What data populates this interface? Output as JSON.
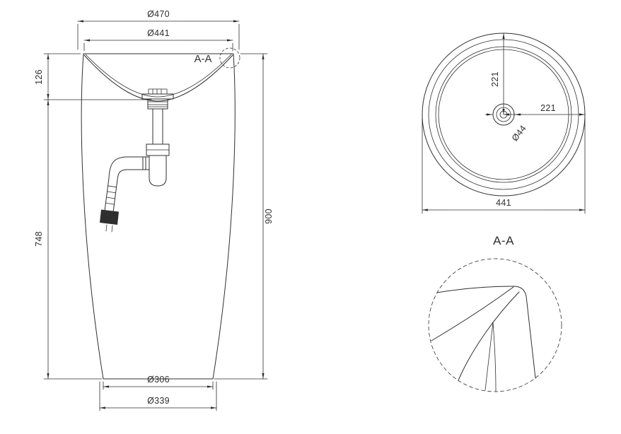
{
  "colors": {
    "line": "#2f2f2f",
    "background": "#ffffff"
  },
  "front_view": {
    "dim_outer_top": "Ø470",
    "dim_inner_top": "Ø441",
    "section_callout": "A-A",
    "dim_rim_depth": "126",
    "dim_body_height": "748",
    "dim_total_height": "900",
    "dim_base_inner": "Ø306",
    "dim_base_outer": "Ø339"
  },
  "top_view": {
    "dim_radius_vertical": "221",
    "dim_radius_horizontal": "221",
    "dim_drain": "Ø44",
    "dim_diameter": "441"
  },
  "detail_view": {
    "title": "A-A"
  }
}
